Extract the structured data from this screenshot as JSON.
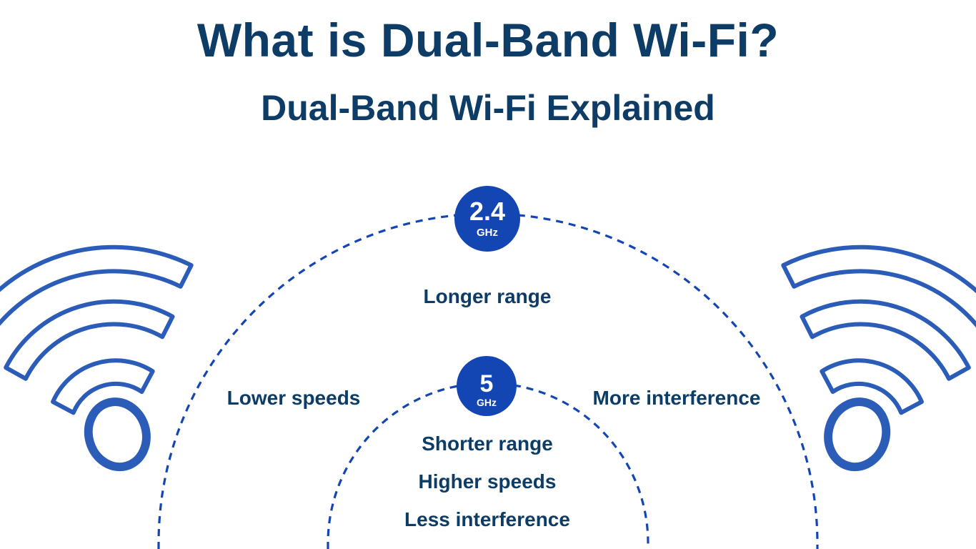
{
  "titles": {
    "main": "What is Dual-Band Wi-Fi?",
    "sub": "Dual-Band Wi-Fi Explained"
  },
  "bands": {
    "outer": {
      "value": "2.4",
      "unit": "GHz",
      "center_label": "Longer range",
      "left_label": "Lower speeds",
      "right_label": "More interference"
    },
    "inner": {
      "value": "5",
      "unit": "GHz",
      "labels": [
        "Shorter range",
        "Higher speeds",
        "Less interference"
      ]
    }
  },
  "icons": {
    "left": "wifi-icon",
    "right": "wifi-icon"
  },
  "colors": {
    "title": "#0d3c66",
    "text": "#0d3c66",
    "accent": "#1446b3",
    "wifi": "#2b5db8",
    "badge_text": "#ffffff"
  }
}
